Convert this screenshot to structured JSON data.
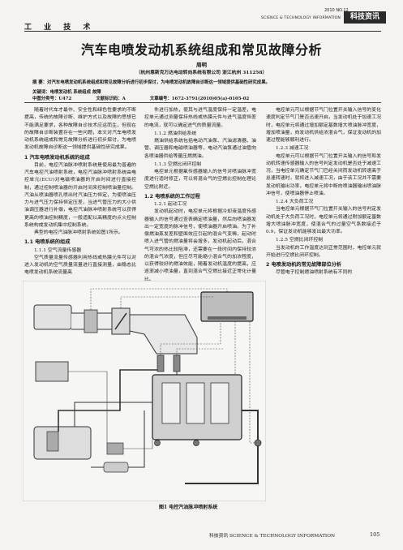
{
  "header": {
    "section": "工 业 技 术",
    "issue": "2010 NO.12",
    "journal_en": "SCIENCE & TECHNOLOGY INFORMATION",
    "journal_badge": "科技资讯"
  },
  "article": {
    "title": "汽车电喷发动机系统组成和常见故障分析",
    "author": "周明",
    "affiliation": "（杭州恩斯克万达电动转向系统有限公司  浙江杭州  311258）",
    "abstract": "摘 要：对汽车电喷发动机系统组成和常见故障分析进行初步探讨，为电喷发动机故障自诊断这一领域提供基础性研究成果。",
    "keywords": "关键词：电喷发动机  系统组成  故障",
    "clc": "中图分类号：U472",
    "doc_code": "文献标识码：A",
    "article_id": "文章编号：1672-3791(2010)05(a)-0105-02"
  },
  "columns": {
    "c1": [
      {
        "type": "p",
        "text": "随着时代车才最作、安全性和绿色性要求的不断提高，传统的故障诊断、维护方式以及故障的思想已不能满足要求，各种故障自诊技术应运而生，但现在的故障自诊断装置存在一些问题，本文对汽车电喷发动机系统组成和常见故障分析进行初步探讨，为电喷发动机故障自诊断这一领域提供基础性研究成果。"
      },
      {
        "type": "h3",
        "text": "1  汽车电喷发动机系统的组成"
      },
      {
        "type": "p",
        "text": "目前，电控汽油脉冲喷射系统是使用最为普遍的汽车电控汽油喷射系统，电控汽油脉冲喷射系统由电控单元(ECU)对电磁喷油器的开启时间进行直接控制，通过控制喷油器的开启时间来控制喷油量控制。汽油从喷油器喷孔喷出时汽油压力恒定，为使喷油压力与进气压力保持恒定压差，当进气管压力的大小供油调压器进行补偿，电控汽油脉冲喷射系统可以获得更高的喷油控制精度，一般适配以高精度的点火控制系统构成发动机集中控制系统。"
      },
      {
        "type": "p",
        "text": "典型的电控汽油脉冲喷射系统如图1所示。"
      },
      {
        "type": "h3",
        "text": "1.1  电喷系统的组成"
      },
      {
        "type": "h4",
        "text": "1.1.1 空气流量传感器"
      },
      {
        "type": "p",
        "text": "空气质量流量传感器利用热线或热膜元件可以对进入发动机的空气质量流量进行直接测量，由稳态比电喷发动机系统流量高"
      }
    ],
    "c2": [
      {
        "type": "p",
        "text": "件进行加热，使其与进气温度保持一定温差，电控单元通过测量保持热线或热膜元件与进气温度恒差的电流，就可以确定进气的质量流量。"
      },
      {
        "type": "h4",
        "text": "1.1.2 燃油供给系统"
      },
      {
        "type": "p",
        "text": "燃油供给系统包括电动汽油泵、汽油滤清器、油管、调压器和电磁喷油器等，电动汽油泵通过油管向各喷油器供给等量压燃燃油。"
      },
      {
        "type": "h4",
        "text": "1.1.3 空燃比闭环控制"
      },
      {
        "type": "p",
        "text": "电控单元根据氧传感器输入的信号对喷油脉冲宽度进行适时修正，可以将混合气的空燃比控制在理论空燃比附近。"
      },
      {
        "type": "h3",
        "text": "1.2  电喷系统的工作过程"
      },
      {
        "type": "h4",
        "text": "1.2.1 起动工况"
      },
      {
        "type": "p",
        "text": "发动机起动时，电控单元将根据冷却液温度传感器输入的信号通过查表确定喷油量，然后向喷油器发出一定宽度的脉冲信号，使喷油器开启喷油。为了补偿燃油蒸发差和壁面效应引起的混合气变稀，起动时喷入进气管的燃油量将会增多，发动机起动后，混合气可浓的热比较阻滞，还需要在一段时间内保持较浓的混合气浓度，但应尽可能缩小混合气的加浓程度，以获得较好的燃油效能，随着发动机温度的提高，应逐渐减小喷油量，直到混合气空燃比接近正常化计量比。"
      },
      {
        "type": "h4",
        "text": "1.2.2 加速工况"
      }
    ],
    "c3": [
      {
        "type": "p",
        "text": "电控单元可以根据节气门位置开关输入信号的变化速度判定节气门是否迅速开启，当发动机处于加速工况时，电控单元将通过增加额定基数增大喷油脉冲宽度，增加喷油量，向发动机供给浓混合气，保证发动机的加速过程能够顺利进行。"
      },
      {
        "type": "h4",
        "text": "1.2.3 减速工况"
      },
      {
        "type": "p",
        "text": "电控单元可以根据节气门位置开关输入的信号和发动机转速传感器输入的信号判定发动机是否处于减速工况，当电控单元确定节气门已经关闭而发动机转速高于怠速转速时，就将进入减速工况，由于该工况并不需要发动机输出功率，电控单元将中断向喷油器输出喷油脉冲信号，使喷油器停止喷油。"
      },
      {
        "type": "h4",
        "text": "1.2.4 大负荷工况"
      },
      {
        "type": "p",
        "text": "当电控单元根据节气门位置开关输入的信号判定发动机处于大负荷工况时，电控单元将通过附加额定基数增大喷油脉冲宽度，使混合气的过量空气系数接近于0.9，保证发动机能够发出最大功率。"
      },
      {
        "type": "h4",
        "text": "1.2.5 空燃比闭环控制"
      },
      {
        "type": "p",
        "text": "当发动机的工作温度达到正常范围时，电控单元就开始进行空燃比闭环控制。"
      },
      {
        "type": "h3",
        "text": "2  电喷发动机的常见故障部位分析"
      },
      {
        "type": "p",
        "text": "尽管电子控制燃油喷射系统有不同的"
      }
    ]
  },
  "figure": {
    "caption": "图1   电控汽油脉冲喷射系统"
  },
  "footer": {
    "journal": "科技资讯  SCIENCE & TECHNOLOGY INFORMATION",
    "page": "105"
  }
}
